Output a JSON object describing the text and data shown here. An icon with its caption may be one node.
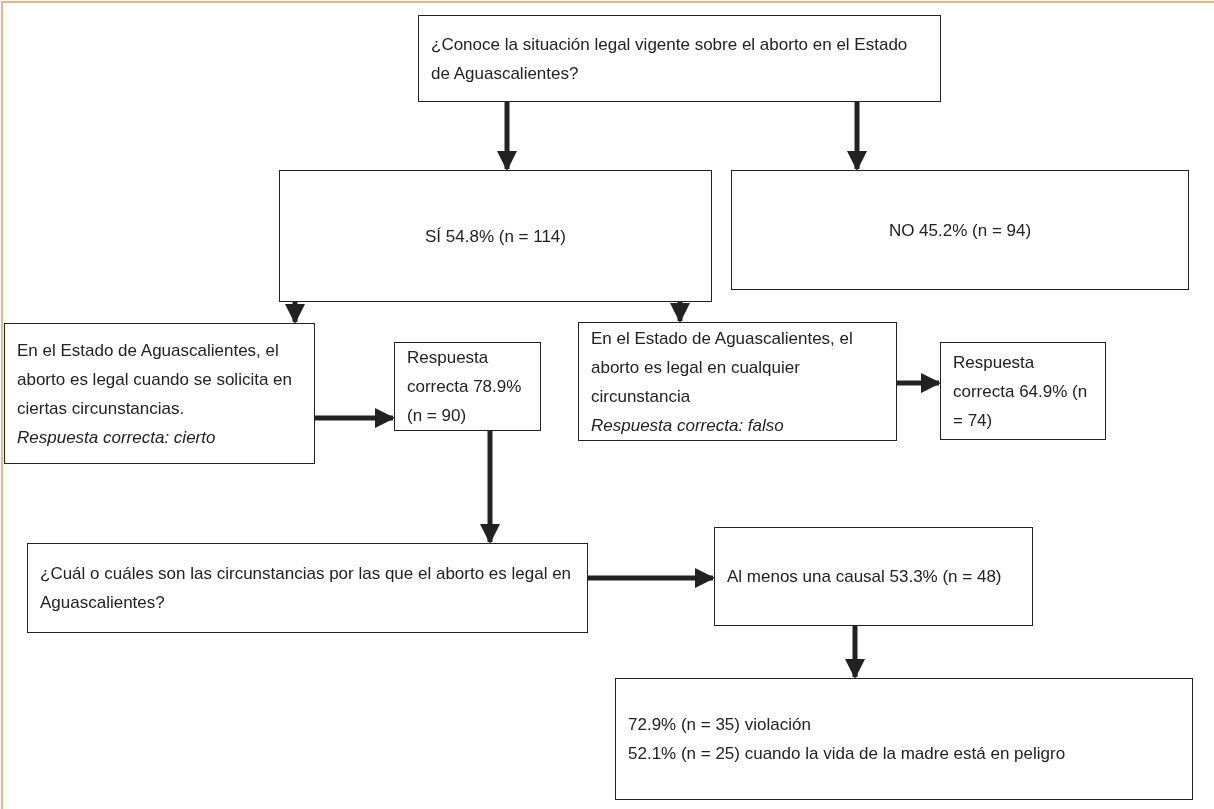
{
  "diagram": {
    "nodes": [
      {
        "text": [
          "¿Conoce la situación legal vigente sobre el aborto en el Estado de Aguascalientes?"
        ]
      },
      {
        "text": [
          "SÍ 54.8% (n = 114)"
        ]
      },
      {
        "text": [
          "NO 45.2% (n = 94)"
        ]
      },
      {
        "text": [
          "En el Estado de Aguascalientes, el aborto es legal cuando se solicita en ciertas circunstancias.",
          "Respuesta correcta: cierto"
        ]
      },
      {
        "text": [
          "Respuesta correcta 78.9% (n = 90)"
        ]
      },
      {
        "text": [
          "En el Estado de Aguascalientes, el aborto es legal en cualquier circunstancia",
          "Respuesta correcta: falso"
        ]
      },
      {
        "text": [
          "Respuesta correcta 64.9% (n = 74)"
        ]
      },
      {
        "text": [
          "¿Cuál o cuáles son las circunstancias por las que el aborto es legal en Aguascalientes?"
        ]
      },
      {
        "text": [
          "Al menos una causal 53.3% (n = 48)"
        ]
      },
      {
        "text": [
          "72.9% (n = 35) violación",
          "52.1% (n = 25) cuando la vida de la madre está en peligro"
        ]
      }
    ],
    "edges": [
      {
        "from": 0,
        "to": 1,
        "arrow": "to"
      },
      {
        "from": 0,
        "to": 2,
        "arrow": "to"
      },
      {
        "from": 1,
        "to": 3,
        "arrow": "to"
      },
      {
        "from": 1,
        "to": 5,
        "arrow": "to"
      },
      {
        "from": 3,
        "to": 4,
        "arrow": "to"
      },
      {
        "from": 5,
        "to": 6,
        "arrow": "to"
      },
      {
        "from": 4,
        "to": 7,
        "arrow": "to"
      },
      {
        "from": 7,
        "to": 8,
        "arrow": "to"
      },
      {
        "from": 8,
        "to": 9,
        "arrow": "to"
      }
    ]
  }
}
